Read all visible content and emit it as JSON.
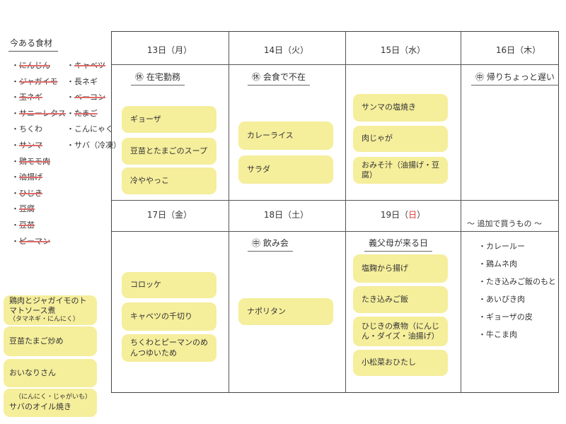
{
  "pantry": {
    "title": "今ある食材",
    "col1": [
      {
        "label": "にんじん",
        "struck": true
      },
      {
        "label": "ジャガイモ",
        "struck": true
      },
      {
        "label": "玉ネギ",
        "struck": true
      },
      {
        "label": "サニーレタス",
        "struck": true
      },
      {
        "label": "ちくわ",
        "struck": false
      },
      {
        "label": "サンマ",
        "struck": true
      },
      {
        "label": "鶏モモ肉",
        "struck": true
      },
      {
        "label": "油揚げ",
        "struck": true
      },
      {
        "label": "ひじき",
        "struck": true
      },
      {
        "label": "豆腐",
        "struck": true
      },
      {
        "label": "豆苗",
        "struck": true
      },
      {
        "label": "ピーマン",
        "struck": true
      }
    ],
    "col2": [
      {
        "label": "キャベツ",
        "struck": true
      },
      {
        "label": "長ネギ",
        "struck": false
      },
      {
        "label": "ベーコン",
        "struck": true
      },
      {
        "label": "たまご",
        "struck": true
      },
      {
        "label": "こんにゃく",
        "struck": false
      },
      {
        "label": "サバ（冷凍）",
        "struck": false
      }
    ]
  },
  "spare_cards": [
    {
      "text": "鶏肉とジャガイモのトマトソース煮",
      "note": "（タマネギ・にんにく）"
    },
    {
      "text": "豆苗たまご炒め",
      "note": ""
    },
    {
      "text": "おいなりさん",
      "note": ""
    },
    {
      "text": "サバのオイル焼き",
      "note": "（にんにく・じゃがいも）"
    }
  ],
  "days": [
    {
      "label": "13日（月）",
      "event": "㊡ 在宅勤務",
      "meals": [
        "ギョーザ",
        "豆苗とたまごのスープ",
        "冷ややっこ"
      ]
    },
    {
      "label": "14日（火）",
      "event": "㊡ 会食で不在",
      "meals": [
        "カレーライス",
        "サラダ"
      ]
    },
    {
      "label": "15日（水）",
      "event": "",
      "meals": [
        "サンマの塩焼き",
        "肉じゃが",
        "おみそ汁（油揚げ・豆腐）"
      ]
    },
    {
      "label": "16日（木）",
      "event": "㊥ 帰りちょっと遅い",
      "meals": []
    },
    {
      "label": "17日（金）",
      "event": "",
      "meals": [
        "コロッケ",
        "キャベツの千切り",
        "ちくわとピーマンのめんつゆいため"
      ]
    },
    {
      "label": "18日（土）",
      "event": "㊥ 飲み会",
      "meals": [
        "ナポリタン"
      ]
    },
    {
      "label": "19日",
      "weekday": "日",
      "event": "義父母が来る日",
      "meals": [
        "塩麹から揚げ",
        "たき込みご飯",
        "ひじきの煮物（にんじん・ダイズ・油揚げ）",
        "小松菜おひたし"
      ]
    }
  ],
  "shopping": {
    "title": "〜 追加で買うもの 〜",
    "items": [
      "カレールー",
      "鶏ムネ肉",
      "たき込みご飯のもと",
      "あいびき肉",
      "ギョーザの皮",
      "牛こま肉"
    ]
  }
}
